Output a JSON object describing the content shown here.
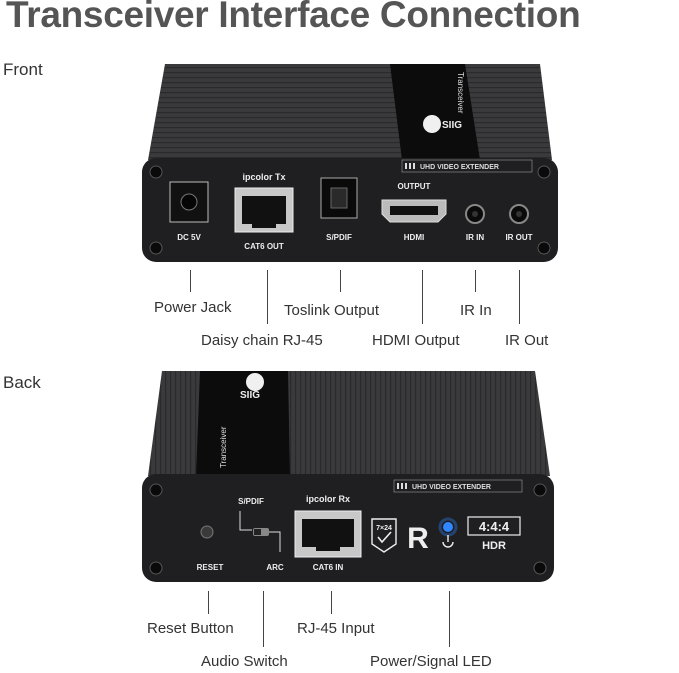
{
  "title": "Transceiver Interface Connection",
  "front": {
    "section_label": "Front",
    "device": {
      "top_label": "Transceiver",
      "brand": "SIIG",
      "model_strip": "UHD VIDEO EXTENDER",
      "ipcolor_label": "ipcolor Tx",
      "output_label": "OUTPUT",
      "port_labels": [
        "DC 5V",
        "CAT6 OUT",
        "S/PDIF",
        "HDMI",
        "IR IN",
        "IR OUT"
      ]
    },
    "callouts": [
      "Power Jack",
      "Daisy chain RJ-45",
      "Toslink Output",
      "HDMI Output",
      "IR In",
      "IR Out"
    ]
  },
  "back": {
    "section_label": "Back",
    "device": {
      "top_label": "Transceiver",
      "brand": "SIIG",
      "model_strip": "UHD VIDEO EXTENDER",
      "ipcolor_label": "ipcolor Rx",
      "port_labels": [
        "S/PDIF",
        "RESET",
        "ARC",
        "CAT6 IN"
      ],
      "badge_724": "7×24",
      "badge_r": "R",
      "hdr_top": "4:4:4",
      "hdr_bottom": "HDR"
    },
    "callouts": [
      "Reset Button",
      "Audio Switch",
      "RJ-45 Input",
      "Power/Signal LED"
    ]
  },
  "colors": {
    "device_body": "#1f1f21",
    "device_top": "#3a3a3c",
    "label_stripe": "#0c0c0d",
    "led_blue": "#2f86ff",
    "title_gray": "#555555"
  }
}
